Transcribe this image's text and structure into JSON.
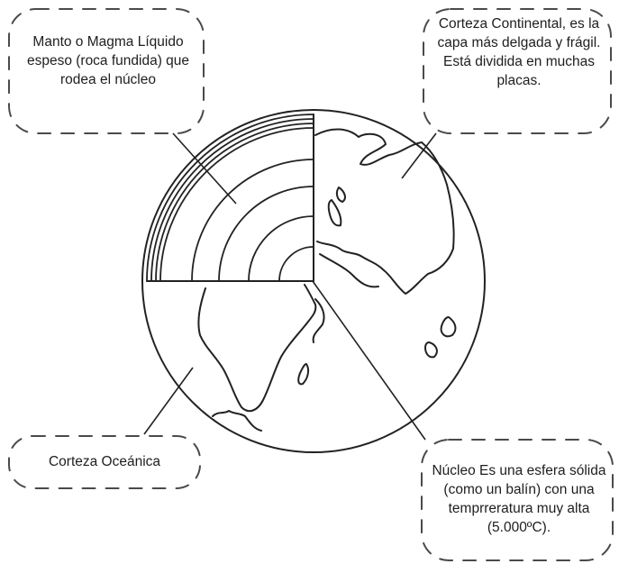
{
  "labels": {
    "mantle": "Manto o Magma Líquido espeso (roca fundida) que rodea el núcleo",
    "continental_crust": "Corteza Continental, es la capa más delgada y frágil. Está dividida en muchas placas.",
    "oceanic_crust": "Corteza Oceánica",
    "core": "Núcleo Es una esfera sólida (como un balín) con una temprreratura muy alta (5.000ºC)."
  },
  "colors": {
    "line": "#222222",
    "dash": "#4a4a4a",
    "background": "#ffffff"
  }
}
